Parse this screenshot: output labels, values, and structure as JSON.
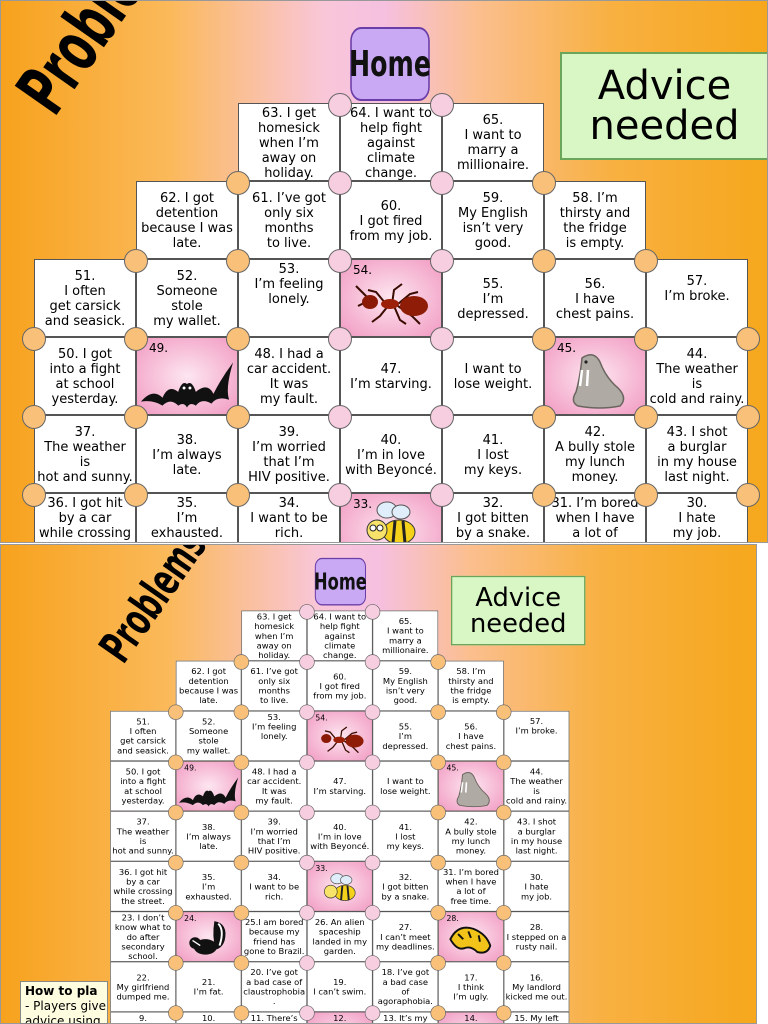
{
  "home_label": "Home",
  "title": "Problems...",
  "advice_label": "Advice\nneeded",
  "how_to": {
    "heading": "How to pla",
    "line1": "- Players give",
    "line2": "advice using"
  },
  "cells": {
    "c63": "63. I get\nhomesick\nwhen I’m\naway on\nholiday.",
    "c64": "64. I want to\nhelp fight\nagainst\nclimate\nchange.",
    "c65": "65.\nI want to\nmarry a\nmillionaire.",
    "c62": "62. I got\ndetention\nbecause I was\nlate.",
    "c61": "61. I’ve got\nonly six\nmonths\nto live.",
    "c60": "60.\nI got fired\nfrom my job.",
    "c59": "59.\nMy English\nisn’t very\ngood.",
    "c58": "58. I’m\nthirsty and\nthe fridge\nis empty.",
    "c51": "51.\nI often\nget carsick\nand seasick.",
    "c52": "52.\nSomeone stole\nmy wallet.",
    "c53": "53.\nI’m feeling\nlonely.",
    "c54": "54.",
    "c55": "55.\nI’m\ndepressed.",
    "c56": "56.\nI have\nchest pains.",
    "c57": "57.\nI’m broke.",
    "c50": "50. I got\ninto a fight\nat school\nyesterday.",
    "c49": "49.",
    "c48": "48. I had a\ncar accident.\nIt was\nmy fault.",
    "c47": "47.\nI’m starving.",
    "c46": "I want to\nlose weight.",
    "c45": "45.",
    "c44": "44.\nThe weather is\ncold and rainy.",
    "c37": "37.\nThe weather is\nhot and sunny.",
    "c38": "38.\nI’m always\nlate.",
    "c39": "39.\nI’m worried\nthat I’m\nHIV positive.",
    "c40": "40.\nI’m in love\nwith Beyoncé.",
    "c41": "41.\nI lost\nmy keys.",
    "c42": "42.\nA bully stole\nmy lunch\nmoney.",
    "c43": "43. I shot\na burglar\nin my house\nlast night.",
    "c36": "36. I got hit\nby a car\nwhile crossing\nthe street.",
    "c35": "35.\nI’m\nexhausted.",
    "c34": "34.\nI want to be\nrich.",
    "c33": "33.",
    "c32": "32.\nI got bitten\nby a snake.",
    "c31": "31. I’m bored\nwhen I have\na lot of\nfree time.",
    "c30": "30.\nI hate\nmy job.",
    "c23": "23. I don’t\nknow what to\ndo after\nsecondary\nschool.",
    "c24": "24.",
    "c25": "25.I am bored\nbecause my\nfriend has\ngone to Brazil.",
    "c26": "26. An alien\nspaceship\nlanded in my\ngarden.",
    "c27": "27.\nI can’t meet\nmy deadlines.",
    "c28": "28.",
    "c28b": "28.\nI stepped on a\nrusty nail.",
    "c22": "22.\nMy girlfriend\ndumped me.",
    "c21": "21.\nI’m fat.",
    "c20": "20. I’ve got\na bad case of\nclaustrophobia\n.",
    "c19": "19.\nI can’t swim.",
    "c18": "18. I’ve got\na bad case\nof\nagoraphobia.",
    "c17": "17.\nI think\nI’m ugly.",
    "c16": "16.\nMy landlord\nkicked me out.",
    "c9": "9.",
    "c10": "10.",
    "c11": "11. There’s",
    "c12": "12.",
    "c13": "13. It’s my",
    "c14": "14.",
    "c15": "15. My left"
  }
}
